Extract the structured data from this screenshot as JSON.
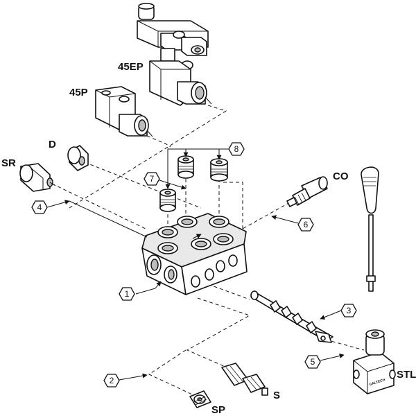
{
  "labels": {
    "ep45": "45EP",
    "p45": "45P",
    "d": "D",
    "sr": "SR",
    "co": "CO",
    "stl": "STL",
    "s": "S",
    "sp": "SP"
  },
  "callouts": {
    "c1": "1",
    "c2": "2",
    "c3": "3",
    "c4": "4",
    "c5": "5",
    "c6": "6",
    "c7": "7",
    "c8": "8"
  },
  "brand_mark": "GALTECH"
}
